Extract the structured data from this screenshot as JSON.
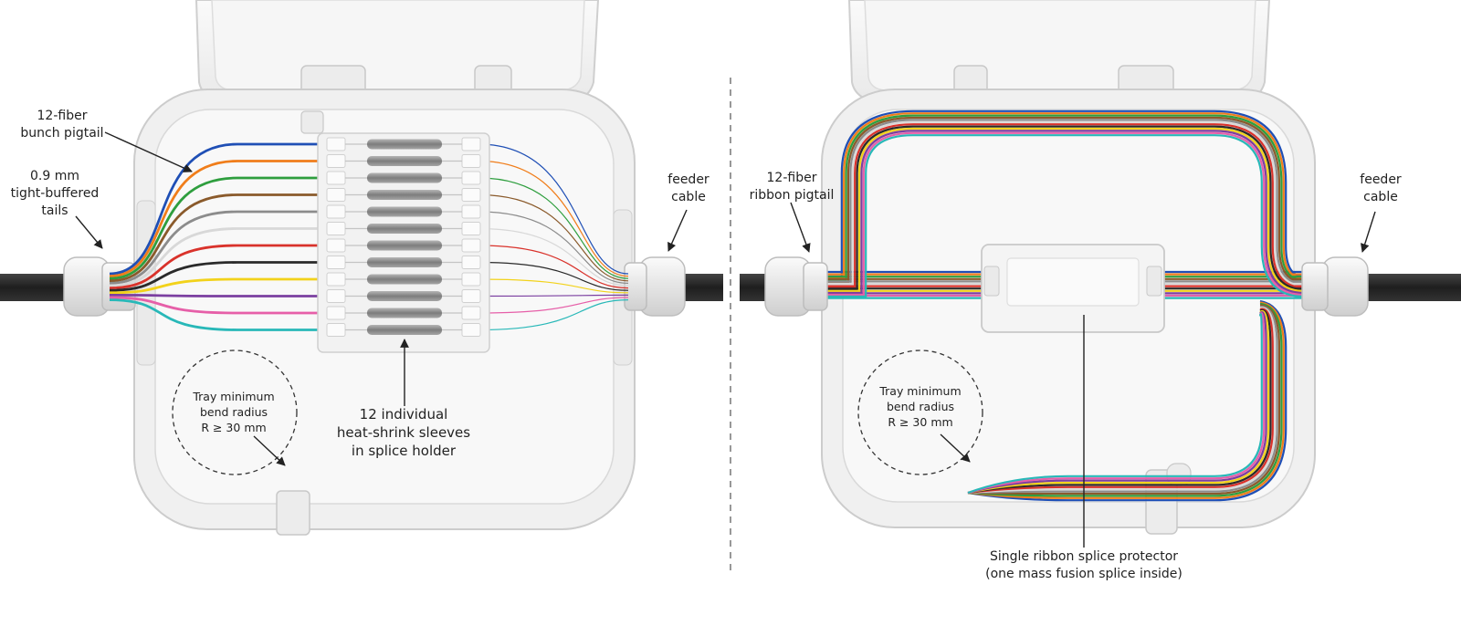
{
  "left_panel": {
    "pigtail_label": "12-fiber\nbunch pigtail",
    "tails_label": "0.9 mm\ntight-buffered\ntails",
    "feeder_label": "feeder\ncable",
    "bend_radius_label": "Tray minimum\nbend radius\nR ≥ 30 mm",
    "sleeves_label": "12 individual\nheat-shrink sleeves\nin splice holder",
    "sleeve_count": 12
  },
  "right_panel": {
    "pigtail_label": "12-fiber\nribbon pigtail",
    "feeder_label": "feeder\ncable",
    "bend_radius_label": "Tray minimum\nbend radius\nR ≥ 30 mm",
    "protector_label": "Single ribbon splice protector\n(one mass fusion splice inside)"
  },
  "fiber_colors": [
    "#1f4fb5",
    "#f07d1a",
    "#2e9e3e",
    "#8a5a2b",
    "#8c8c8c",
    "#f4f4f4",
    "#d9322b",
    "#2a2a2a",
    "#f2d21b",
    "#7b3fa0",
    "#e65fa8",
    "#28b8b8"
  ],
  "colors": {
    "enclosure": "#f1f1f1",
    "enclosure_edge": "#cfcfcf",
    "cable": "#2b2b2b",
    "text": "#222222",
    "divider": "#777777"
  }
}
